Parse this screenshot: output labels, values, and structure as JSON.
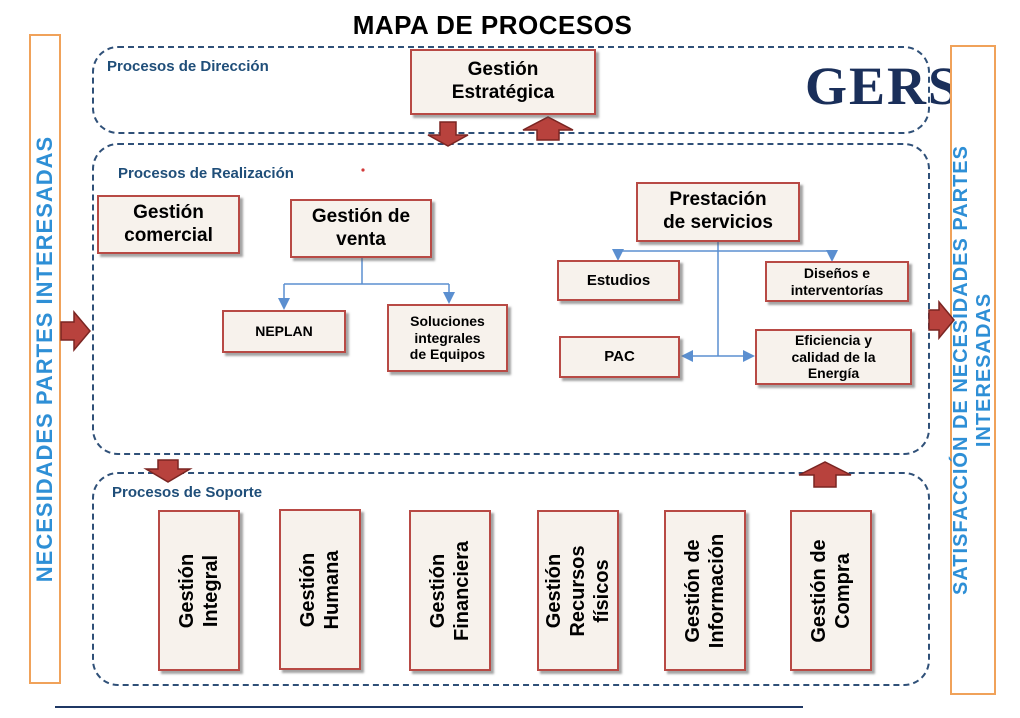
{
  "title": "MAPA DE PROCESOS",
  "logo_text": "GERS",
  "left_side": "NECESIDADES  PARTES INTERESADAS",
  "right_side": {
    "line1": "SATISFACCIÓN  DE NECESIDADES  PARTES",
    "line2": "INTERESADAS"
  },
  "direccion": {
    "label": "Procesos de Dirección",
    "box": {
      "line1": "Gestión",
      "line2": "Estratégica"
    }
  },
  "realizacion": {
    "label": "Procesos de Realización",
    "comercial": {
      "line1": "Gestión",
      "line2": "comercial"
    },
    "venta": {
      "line1": "Gestión de",
      "line2": "venta"
    },
    "neplan": "NEPLAN",
    "soluciones": {
      "line1": "Soluciones",
      "line2": "integrales",
      "line3": "de Equipos"
    },
    "prestacion": {
      "line1": "Prestación",
      "line2": "de servicios"
    },
    "estudios": "Estudios",
    "disenos": {
      "line1": "Diseños e",
      "line2": "interventorías"
    },
    "pac": "PAC",
    "eficiencia": {
      "line1": "Eficiencia y",
      "line2": "calidad de la",
      "line3": "Energía"
    }
  },
  "soporte": {
    "label": "Procesos de Soporte",
    "items": [
      {
        "line1": "Gestión",
        "line2": "Integral"
      },
      {
        "line1": "Gestión",
        "line2": "Humana"
      },
      {
        "line1": "Gestión",
        "line2": "Financiera"
      },
      {
        "line1": "Gestión",
        "line2": "Recursos",
        "line3": "físicos"
      },
      {
        "line1": "Gestión de",
        "line2": "Información"
      },
      {
        "line1": "Gestión de",
        "line2": "Compra"
      }
    ]
  },
  "colors": {
    "region_border": "#2f5078",
    "box_border": "#b84a45",
    "box_fill": "#f7f2ec",
    "arrow": "#b8423d",
    "side_border": "#f0a25a",
    "side_text": "#2e8fd6",
    "connector": "#5b8fd0"
  }
}
